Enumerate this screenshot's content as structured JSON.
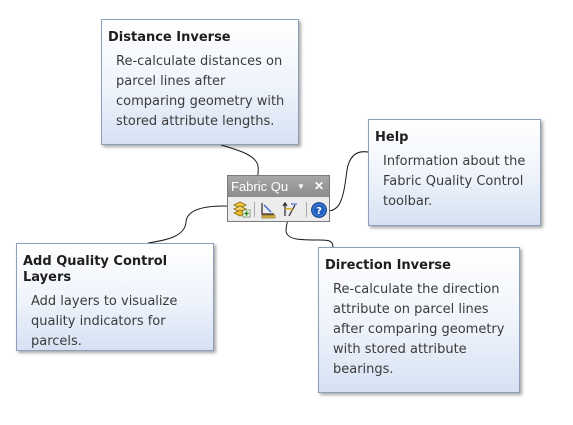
{
  "callouts": {
    "distance_inverse": {
      "title": "Distance Inverse",
      "description": "Re-calculate distances on parcel lines after comparing geometry with stored attribute lengths."
    },
    "help": {
      "title": "Help",
      "description": "Information about the Fabric Quality Control toolbar."
    },
    "add_qc_layers": {
      "title": "Add Quality Control Layers",
      "description": "Add layers to visualize quality indicators for parcels."
    },
    "direction_inverse": {
      "title": "Direction Inverse",
      "description": "Re-calculate the direction attribute on parcel lines after comparing geometry with stored attribute bearings."
    }
  },
  "toolbar": {
    "title": "Fabric Qu",
    "menu_glyph": "▼",
    "close_glyph": "✕",
    "buttons": [
      {
        "name": "Add Quality Control Layers",
        "icon": "add-layers-icon"
      },
      {
        "name": "Distance Inverse",
        "icon": "distance-inverse-icon"
      },
      {
        "name": "Direction Inverse",
        "icon": "direction-inverse-icon"
      },
      {
        "name": "Help",
        "icon": "help-icon"
      }
    ]
  },
  "colors": {
    "callout_border": "#8e9fbb",
    "callout_gradient_bottom": "#d6e1f3",
    "toolbar_title_bg": "#9a9a9a",
    "help_icon_blue": "#1f5fbf"
  }
}
